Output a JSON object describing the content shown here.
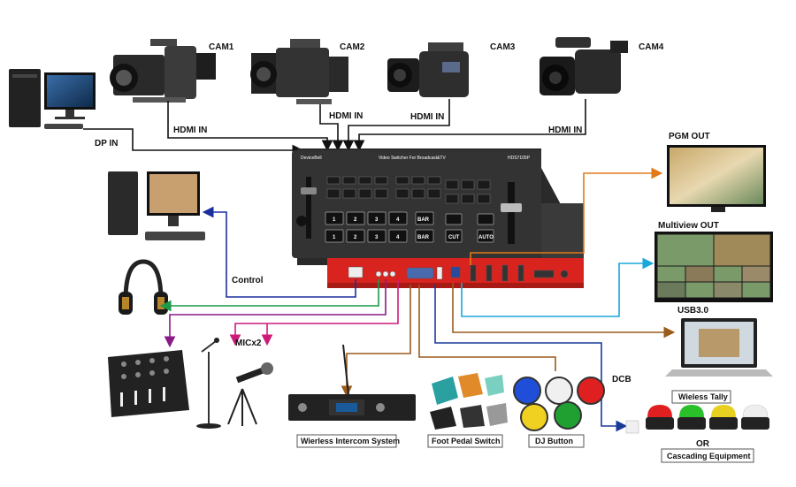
{
  "labels": {
    "cam1": "CAM1",
    "cam2": "CAM2",
    "cam3": "CAM3",
    "cam4": "CAM4",
    "hdmi_in_1": "HDMI IN",
    "hdmi_in_2": "HDMI IN",
    "hdmi_in_3": "HDMI IN",
    "hdmi_in_4": "HDMI IN",
    "dp_in": "DP IN",
    "control": "Control",
    "mic_x2": "MICx2",
    "pgm_out": "PGM OUT",
    "multiview_out": "Multiview OUT",
    "usb30": "USB3.0",
    "dcb": "DCB",
    "wireless_tally": "Wieless Tally",
    "or": "OR",
    "cascading_equipment": "Cascading Equipment",
    "wireless_intercom": "Wierless Intercom System",
    "foot_pedal": "Foot Pedal Switch",
    "dj_button": "DJ Button"
  },
  "device": {
    "brand": "DeviceBell",
    "title": "Video Switcher For Broadcast&TV",
    "model": "HDS7105P",
    "keys_bottom": [
      "1",
      "2",
      "3",
      "4",
      "BAR"
    ],
    "key_cut": "CUT",
    "key_auto": "AUTO"
  },
  "colors": {
    "black_cable": "#111111",
    "blue_cable": "#1a2f9e",
    "green_cable": "#1a9a4a",
    "purple_cable": "#8a1a8a",
    "magenta_cable": "#cc1a7a",
    "brown_cable": "#9a5a1a",
    "orange_cable": "#e07a1a",
    "cyan_cable": "#1aa8d8",
    "navy_cable": "#1a3a9a",
    "device_red": "#d9231f"
  }
}
